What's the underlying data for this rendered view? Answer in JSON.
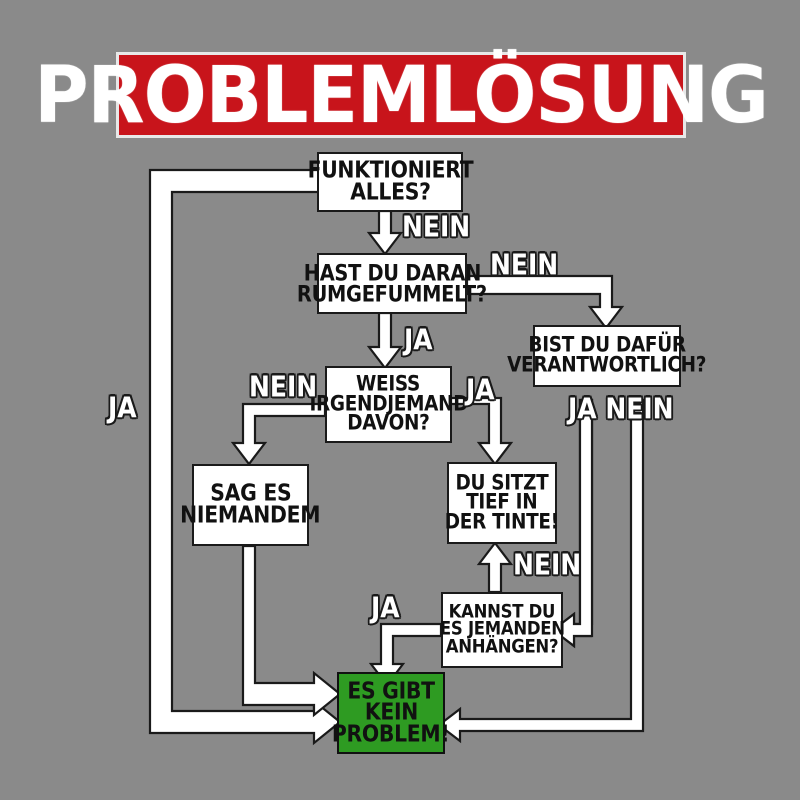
{
  "title": {
    "text": "PROBLEMLÖSUNG",
    "background_color": "#c8141b",
    "text_color": "#ffffff"
  },
  "canvas": {
    "background_color": "#8a8a8a"
  },
  "chart_data": {
    "type": "diagram",
    "title": "PROBLEMLÖSUNG",
    "language": "de",
    "nodes": [
      {
        "id": "start",
        "lines": [
          "FUNKTIONIERT",
          "ALLES?"
        ],
        "kind": "decision",
        "fill": "#ffffff"
      },
      {
        "id": "fiddled",
        "lines": [
          "HAST DU DARAN",
          "RUMGEFUMMELT?"
        ],
        "kind": "decision",
        "fill": "#ffffff"
      },
      {
        "id": "responsible",
        "lines": [
          "BIST DU DAFÜR",
          "VERANTWORTLICH?"
        ],
        "kind": "decision",
        "fill": "#ffffff"
      },
      {
        "id": "knows",
        "lines": [
          "WEISS",
          "IRGENDJEMAND",
          "DAVON?"
        ],
        "kind": "decision",
        "fill": "#ffffff"
      },
      {
        "id": "tellnoone",
        "lines": [
          "SAG ES",
          "NIEMANDEM"
        ],
        "kind": "action",
        "fill": "#ffffff"
      },
      {
        "id": "trouble",
        "lines": [
          "DU SITZT",
          "TIEF IN",
          "DER TINTE!"
        ],
        "kind": "action",
        "fill": "#ffffff"
      },
      {
        "id": "blame",
        "lines": [
          "KANNST DU",
          "ES JEMANDEN",
          "ANHÄNGEN?"
        ],
        "kind": "decision",
        "fill": "#ffffff"
      },
      {
        "id": "noproblem",
        "lines": [
          "ES GIBT",
          "KEIN",
          "PROBLEM!"
        ],
        "kind": "terminal",
        "fill": "#2e9b22"
      }
    ],
    "edges": [
      {
        "from": "start",
        "to": "noproblem",
        "label": "JA"
      },
      {
        "from": "start",
        "to": "fiddled",
        "label": "NEIN"
      },
      {
        "from": "fiddled",
        "to": "responsible",
        "label": "NEIN"
      },
      {
        "from": "fiddled",
        "to": "knows",
        "label": "JA"
      },
      {
        "from": "knows",
        "to": "tellnoone",
        "label": "NEIN"
      },
      {
        "from": "knows",
        "to": "trouble",
        "label": "JA"
      },
      {
        "from": "responsible",
        "to": "blame",
        "label": "JA"
      },
      {
        "from": "responsible",
        "to": "noproblem",
        "label": "NEIN"
      },
      {
        "from": "blame",
        "to": "trouble",
        "label": "NEIN"
      },
      {
        "from": "blame",
        "to": "noproblem",
        "label": "JA"
      },
      {
        "from": "tellnoone",
        "to": "noproblem",
        "label": ""
      }
    ],
    "edge_labels": [
      {
        "id": "lbl-ja-left",
        "text": "JA"
      },
      {
        "id": "lbl-nein-start",
        "text": "NEIN"
      },
      {
        "id": "lbl-nein-fiddled",
        "text": "NEIN"
      },
      {
        "id": "lbl-ja-fiddled",
        "text": "JA"
      },
      {
        "id": "lbl-nein-knows",
        "text": "NEIN"
      },
      {
        "id": "lbl-ja-knows",
        "text": "JA"
      },
      {
        "id": "lbl-ja-nein-resp",
        "text": "JA NEIN"
      },
      {
        "id": "lbl-nein-blame",
        "text": "NEIN"
      },
      {
        "id": "lbl-ja-blame",
        "text": "JA"
      }
    ]
  }
}
